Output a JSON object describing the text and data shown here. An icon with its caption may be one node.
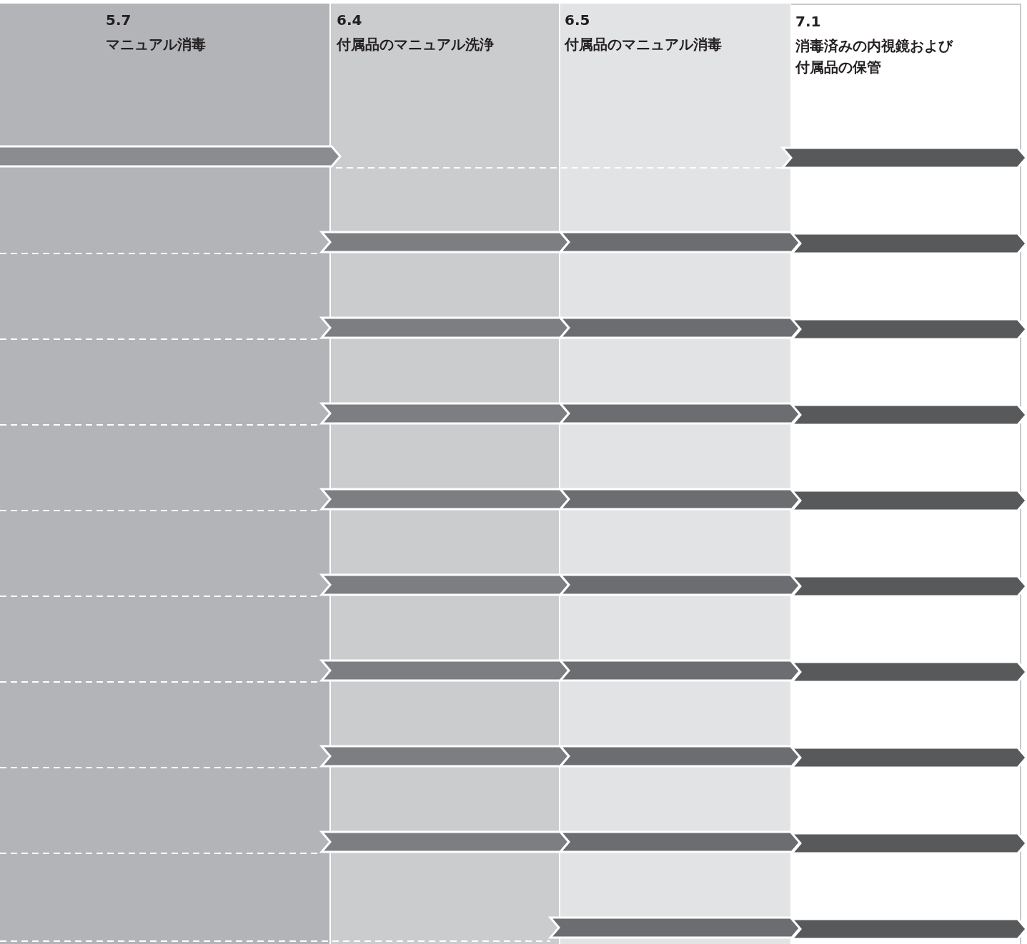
{
  "diagram": {
    "nodes": [
      {
        "text": [
          "5.7",
          "マニュアル消毒"
        ]
      },
      {
        "text": [
          "6.4",
          "付属品のマニュアル洗浄"
        ]
      },
      {
        "text": [
          "6.5",
          "付属品のマニュアル消毒"
        ]
      },
      {
        "text": [
          "7.1",
          "消毒済みの内視鏡および付属品の保管"
        ]
      },
      {
        "text": [],
        "shape": "chevron",
        "in": 0
      },
      {
        "text": [],
        "shape": "chevron",
        "in": 3
      },
      {
        "text": [],
        "shape": "chevron",
        "in": 1
      },
      {
        "text": [],
        "shape": "chevron",
        "in": 2
      },
      {
        "text": [],
        "shape": "chevron",
        "in": 3
      },
      {
        "text": [],
        "shape": "chevron",
        "in": 1
      },
      {
        "text": [],
        "shape": "chevron",
        "in": 2
      },
      {
        "text": [],
        "shape": "chevron",
        "in": 3
      },
      {
        "text": [],
        "shape": "chevron",
        "in": 1
      },
      {
        "text": [],
        "shape": "chevron",
        "in": 2
      },
      {
        "text": [],
        "shape": "chevron",
        "in": 3
      },
      {
        "text": [],
        "shape": "chevron",
        "in": 1
      },
      {
        "text": [],
        "shape": "chevron",
        "in": 2
      },
      {
        "text": [],
        "shape": "chevron",
        "in": 3
      },
      {
        "text": [],
        "shape": "chevron",
        "in": 1
      },
      {
        "text": [],
        "shape": "chevron",
        "in": 2
      },
      {
        "text": [],
        "shape": "chevron",
        "in": 3
      },
      {
        "text": [],
        "shape": "chevron",
        "in": 1
      },
      {
        "text": [],
        "shape": "chevron",
        "in": 2
      },
      {
        "text": [],
        "shape": "chevron",
        "in": 3
      },
      {
        "text": [],
        "shape": "chevron",
        "in": 1
      },
      {
        "text": [],
        "shape": "chevron",
        "in": 2
      },
      {
        "text": [],
        "shape": "chevron",
        "in": 3
      },
      {
        "text": [],
        "shape": "chevron",
        "in": 1
      },
      {
        "text": [],
        "shape": "chevron",
        "in": 2
      },
      {
        "text": [],
        "shape": "chevron",
        "in": 3
      },
      {
        "text": [],
        "shape": "chevron",
        "in": 2
      },
      {
        "text": [],
        "shape": "chevron",
        "in": 3
      }
    ]
  }
}
